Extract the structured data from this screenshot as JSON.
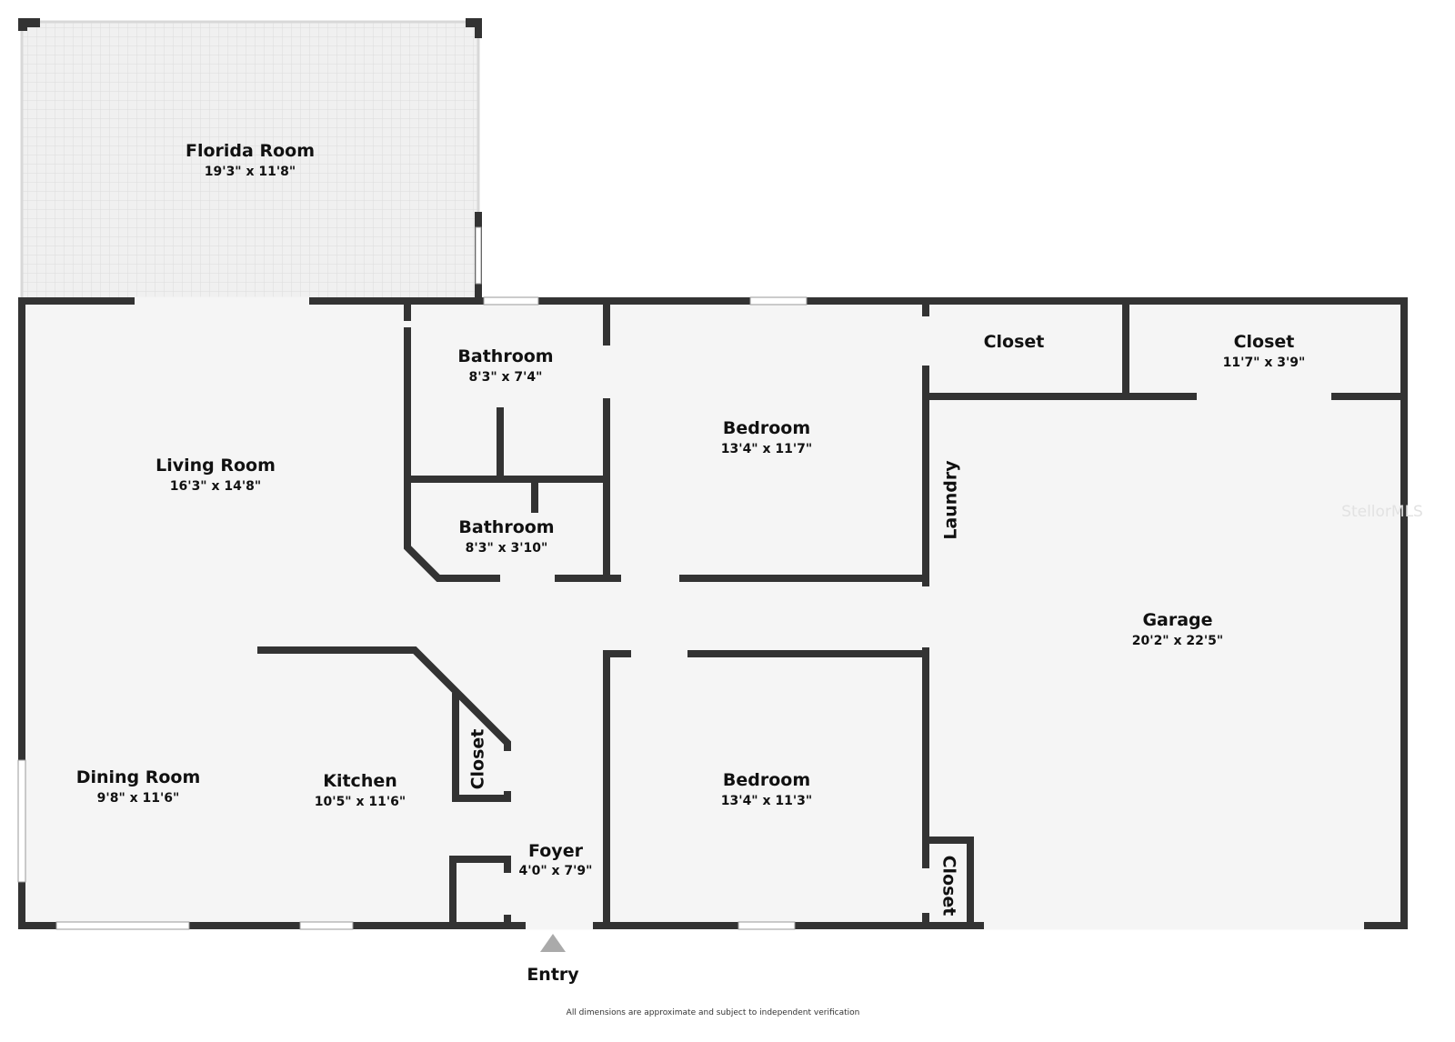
{
  "colors": {
    "wall": "#333333",
    "floor": "#f5f5f5",
    "screened_floor": "#f0f0f0",
    "screen_grid": "#dcdcdc",
    "entry_marker": "#aaaaaa"
  },
  "rooms": {
    "florida_room": {
      "name": "Florida Room",
      "dims": "19'3\" x 11'8\""
    },
    "living_room": {
      "name": "Living Room",
      "dims": "16'3\" x 14'8\""
    },
    "bathroom_1": {
      "name": "Bathroom",
      "dims": "8'3\" x 7'4\""
    },
    "bathroom_2": {
      "name": "Bathroom",
      "dims": "8'3\" x 3'10\""
    },
    "bedroom_1": {
      "name": "Bedroom",
      "dims": "13'4\" x 11'7\""
    },
    "closet_1": {
      "name": "Closet"
    },
    "closet_2": {
      "name": "Closet",
      "dims": "11'7\" x 3'9\""
    },
    "laundry": {
      "name": "Laundry"
    },
    "garage": {
      "name": "Garage",
      "dims": "20'2\" x 22'5\""
    },
    "dining_room": {
      "name": "Dining Room",
      "dims": "9'8\" x 11'6\""
    },
    "kitchen": {
      "name": "Kitchen",
      "dims": "10'5\" x 11'6\""
    },
    "closet_3": {
      "name": "Closet"
    },
    "foyer": {
      "name": "Foyer",
      "dims": "4'0\" x 7'9\""
    },
    "bedroom_2": {
      "name": "Bedroom",
      "dims": "13'4\" x 11'3\""
    },
    "closet_4": {
      "name": "Closet"
    }
  },
  "entry": {
    "label": "Entry"
  },
  "footnote": "All dimensions are approximate and subject to independent verification",
  "watermark": "StellorMLS",
  "icons": {
    "entry_marker": "triangle-up"
  }
}
